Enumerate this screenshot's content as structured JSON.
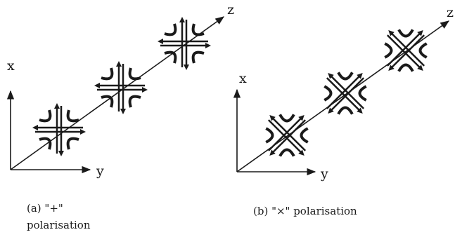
{
  "panel_a": {
    "axis_x": "x",
    "axis_y": "y",
    "axis_z": "z",
    "caption_line1": "(a) \"+\"",
    "caption_line2": "polarisation"
  },
  "panel_b": {
    "axis_x": "x",
    "axis_y": "y",
    "axis_z": "z",
    "caption": "(b) \"×\" polarisation"
  }
}
